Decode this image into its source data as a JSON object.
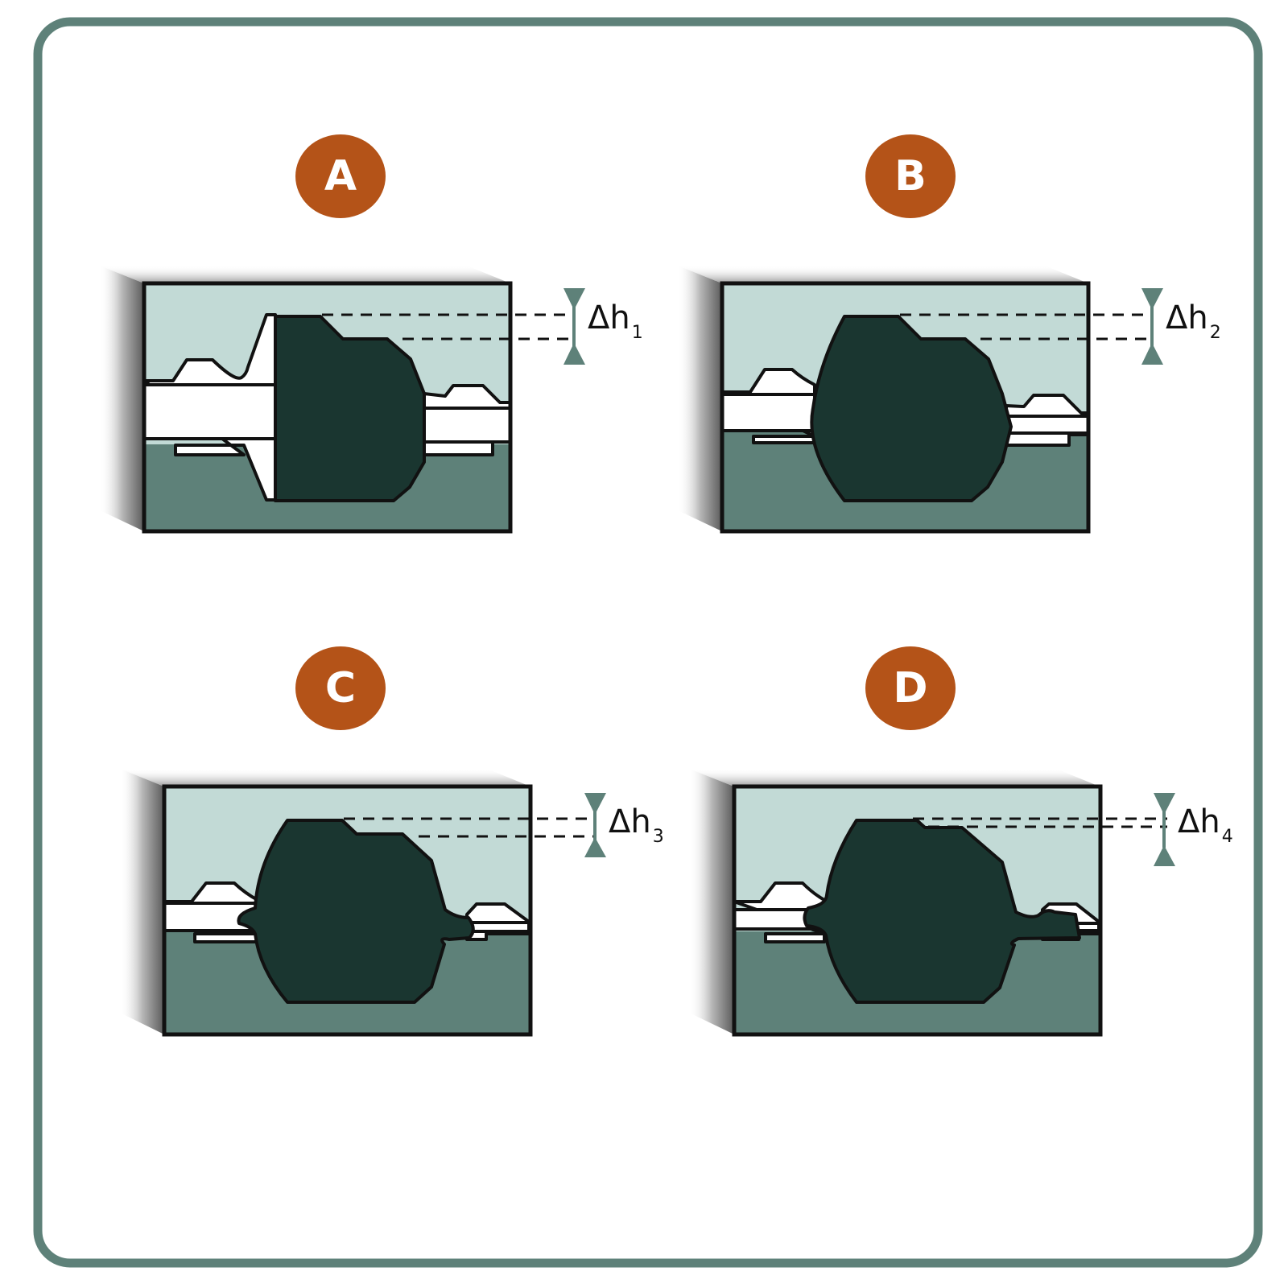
{
  "colors": {
    "border": "#5e8179",
    "accent_badge": "#b45318",
    "light_fill": "#c2dad6",
    "dark_fill": "#5e8179",
    "body_fill": "#1a3630",
    "outline": "#111111"
  },
  "panels": [
    {
      "id": "A",
      "letter": "A",
      "delta_symbol": "Δh",
      "delta_index": "1"
    },
    {
      "id": "B",
      "letter": "B",
      "delta_symbol": "Δh",
      "delta_index": "2"
    },
    {
      "id": "C",
      "letter": "C",
      "delta_symbol": "Δh",
      "delta_index": "3"
    },
    {
      "id": "D",
      "letter": "D",
      "delta_symbol": "Δh",
      "delta_index": "4"
    }
  ],
  "icons": {
    "badge": "circle-letter-badge",
    "delta_marker": "double-arrow-height-marker"
  }
}
